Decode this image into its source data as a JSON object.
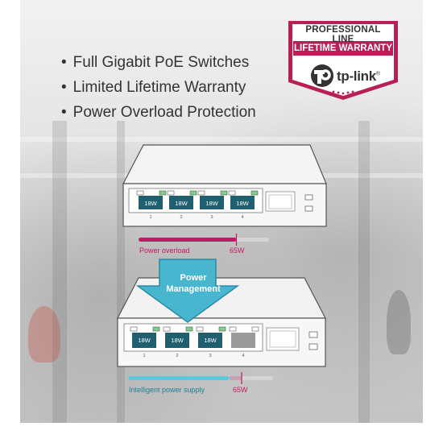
{
  "features": [
    "Full Gigabit PoE Switches",
    "Limited Lifetime Warranty",
    "Power Overload Protection"
  ],
  "badge": {
    "line1": "PROFESSIONAL LINE",
    "line2": "LIFETIME WARRANTY",
    "brand": "tp-link"
  },
  "top_switch": {
    "ports": [
      {
        "label": "18W",
        "number": "1"
      },
      {
        "label": "18W",
        "number": "2"
      },
      {
        "label": "18W",
        "number": "3"
      },
      {
        "label": "18W",
        "number": "4"
      }
    ],
    "bar_label": "Power overload",
    "bar_limit": "65W",
    "bar_level": 0.75
  },
  "arrow": {
    "text": "Power Management"
  },
  "bottom_switch": {
    "ports": [
      {
        "label": "18W",
        "number": "1"
      },
      {
        "label": "18W",
        "number": "2"
      },
      {
        "label": "18W",
        "number": "3"
      },
      {
        "label": "",
        "number": "4"
      }
    ],
    "bar_label": "Intelligent power supply",
    "bar_limit": "65W",
    "bar_level": 0.7
  },
  "colors": {
    "magenta": "#c41863",
    "cyan": "#5cc8dc",
    "port_teal": "#1f5f6f",
    "port_disabled": "#9a9a9a",
    "badge_red": "#b81f57",
    "text_dark": "#333333"
  }
}
